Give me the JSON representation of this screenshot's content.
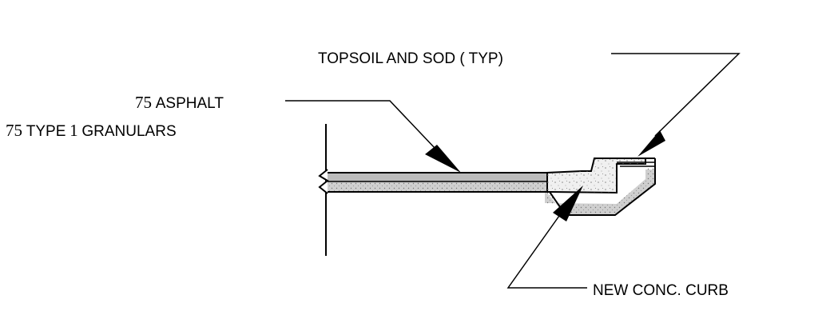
{
  "labels": {
    "topsoil": "TOPSOIL AND SOD ( TYP)",
    "asphalt_num": "75",
    "asphalt_text": "ASPHALT",
    "granular_num1": "75",
    "granular_text1": "TYPE",
    "granular_num2": "1",
    "granular_text2": "GRANULARS",
    "curb": "NEW CONC. CURB"
  },
  "colors": {
    "line": "#000000",
    "asphalt_fill": "#bcbcbc",
    "granular_fill": "#cfcfcf",
    "concrete_fill": "#f0f0f0",
    "background": "#ffffff"
  }
}
